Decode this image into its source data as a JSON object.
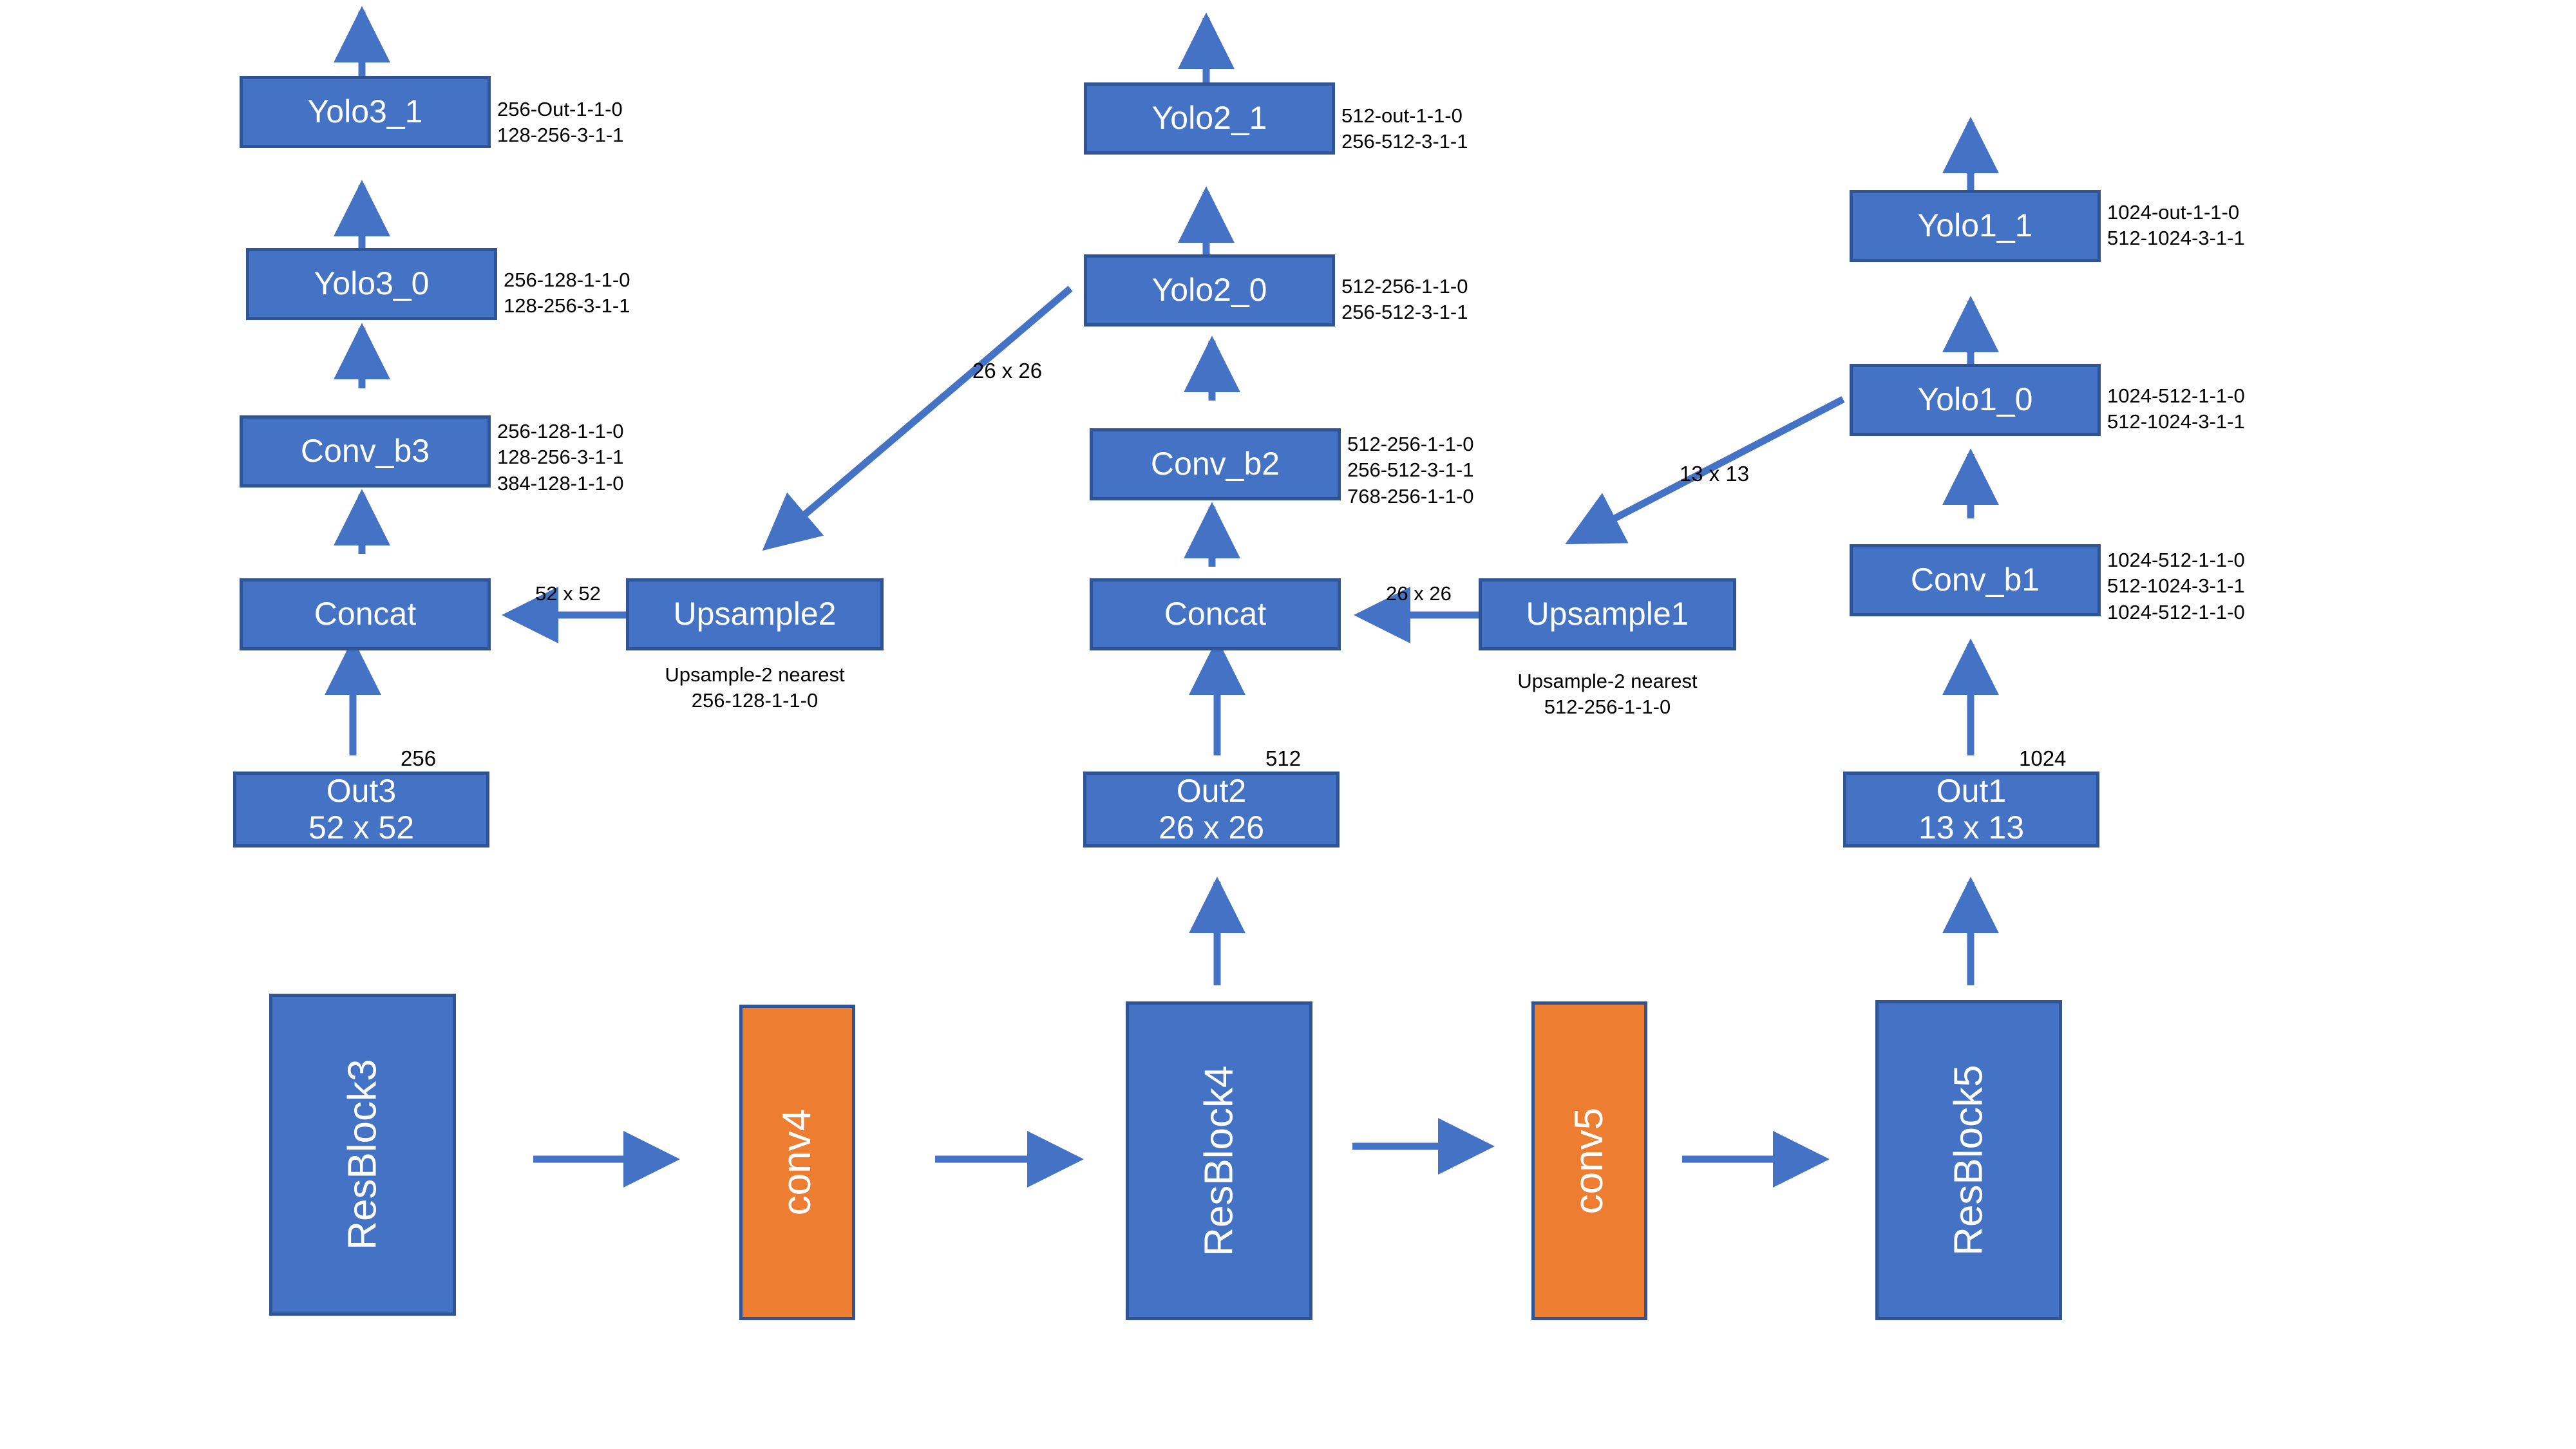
{
  "diagram": {
    "title": "YOLOv3 network architecture block diagram",
    "colors": {
      "block_blue": "#4472C4",
      "block_orange": "#ED7D31",
      "block_border": "#2F5597",
      "arrow": "#4472C4",
      "text_on_block": "#FFFFFF",
      "annotation_text": "#000000",
      "background": "#FFFFFF"
    }
  },
  "blocks": {
    "yolo3_1": {
      "label": "Yolo3_1"
    },
    "yolo3_0": {
      "label": "Yolo3_0"
    },
    "conv_b3": {
      "label": "Conv_b3"
    },
    "concat3": {
      "label": "Concat"
    },
    "upsample2": {
      "label": "Upsample2"
    },
    "out3": {
      "label": "Out3\n52 x 52"
    },
    "yolo2_1": {
      "label": "Yolo2_1"
    },
    "yolo2_0": {
      "label": "Yolo2_0"
    },
    "conv_b2": {
      "label": "Conv_b2"
    },
    "concat2": {
      "label": "Concat"
    },
    "upsample1": {
      "label": "Upsample1"
    },
    "out2": {
      "label": "Out2\n26 x 26"
    },
    "yolo1_1": {
      "label": "Yolo1_1"
    },
    "yolo1_0": {
      "label": "Yolo1_0"
    },
    "conv_b1": {
      "label": "Conv_b1"
    },
    "out1": {
      "label": "Out1\n13 x 13"
    },
    "resblock3": {
      "label": "ResBlock3"
    },
    "conv4": {
      "label": "conv4"
    },
    "resblock4": {
      "label": "ResBlock4"
    },
    "conv5": {
      "label": "conv5"
    },
    "resblock5": {
      "label": "ResBlock5"
    }
  },
  "annotations": {
    "yolo3_1_spec": "256-Out-1-1-0\n128-256-3-1-1",
    "yolo3_0_spec": "256-128-1-1-0\n128-256-3-1-1",
    "conv_b3_spec": "256-128-1-1-0\n128-256-3-1-1\n384-128-1-1-0",
    "upsample2_spec": "Upsample-2 nearest\n256-128-1-1-0",
    "yolo2_1_spec": "512-out-1-1-0\n256-512-3-1-1",
    "yolo2_0_spec": "512-256-1-1-0\n256-512-3-1-1",
    "conv_b2_spec": "512-256-1-1-0\n256-512-3-1-1\n768-256-1-1-0",
    "upsample1_spec": "Upsample-2 nearest\n512-256-1-1-0",
    "yolo1_1_spec": "1024-out-1-1-0\n512-1024-3-1-1",
    "yolo1_0_spec": "1024-512-1-1-0\n512-1024-3-1-1",
    "conv_b1_spec": "1024-512-1-1-0\n512-1024-3-1-1\n1024-512-1-1-0",
    "out3_channels": "256",
    "out2_channels": "512",
    "out1_channels": "1024",
    "edge_upsample2_to_concat3": "52 x 52",
    "edge_upsample1_to_concat2": "26 x 26",
    "edge_conv_b2_to_upsample2": "26 x 26",
    "edge_conv_b1_to_upsample1": "13 x 13"
  }
}
